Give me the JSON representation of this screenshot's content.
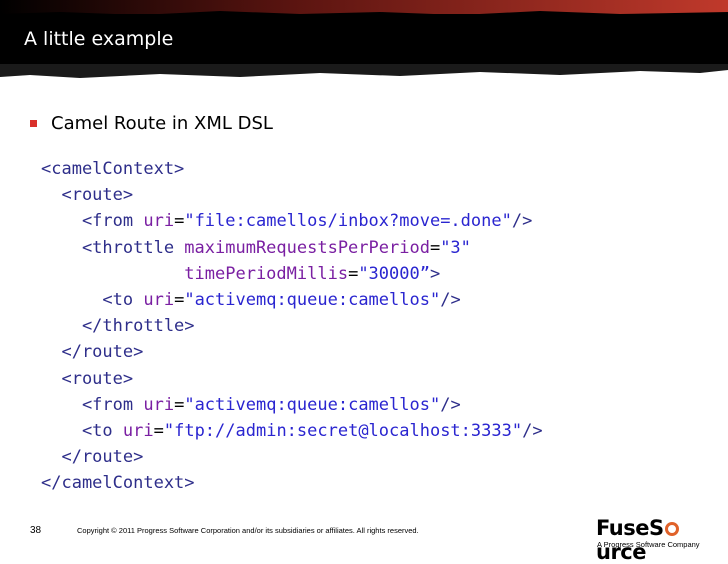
{
  "header": {
    "title": "A little example",
    "colors": {
      "background": "#000000",
      "stripe": "#c0392b"
    }
  },
  "bullet": {
    "text": "Camel Route in XML DSL",
    "marker_color": "#d9302b"
  },
  "code_lines": [
    [
      {
        "t": "<camelContext>",
        "c": "tag"
      }
    ],
    [
      {
        "t": "  <route>",
        "c": "tag"
      }
    ],
    [
      {
        "t": "    <from ",
        "c": "tag"
      },
      {
        "t": "uri",
        "c": "attr"
      },
      {
        "t": "=",
        "c": "eq"
      },
      {
        "t": "\"file:camellos/inbox?move=.done\"",
        "c": "val"
      },
      {
        "t": "/>",
        "c": "tag"
      }
    ],
    [
      {
        "t": "    <throttle ",
        "c": "tag"
      },
      {
        "t": "maximumRequestsPerPeriod",
        "c": "attr"
      },
      {
        "t": "=",
        "c": "eq"
      },
      {
        "t": "\"3\"",
        "c": "val"
      }
    ],
    [
      {
        "t": "              ",
        "c": "tag"
      },
      {
        "t": "timePeriodMillis",
        "c": "attr"
      },
      {
        "t": "=",
        "c": "eq"
      },
      {
        "t": "\"30000”",
        "c": "val"
      },
      {
        "t": ">",
        "c": "tag"
      }
    ],
    [
      {
        "t": "      <to ",
        "c": "tag"
      },
      {
        "t": "uri",
        "c": "attr"
      },
      {
        "t": "=",
        "c": "eq"
      },
      {
        "t": "\"activemq:queue:camellos\"",
        "c": "val"
      },
      {
        "t": "/>",
        "c": "tag"
      }
    ],
    [
      {
        "t": "    </throttle>",
        "c": "tag"
      }
    ],
    [
      {
        "t": "  </route>",
        "c": "tag"
      }
    ],
    [
      {
        "t": "  <route>",
        "c": "tag"
      }
    ],
    [
      {
        "t": "    <from ",
        "c": "tag"
      },
      {
        "t": "uri",
        "c": "attr"
      },
      {
        "t": "=",
        "c": "eq"
      },
      {
        "t": "\"activemq:queue:camellos\"",
        "c": "val"
      },
      {
        "t": "/>",
        "c": "tag"
      }
    ],
    [
      {
        "t": "    <to ",
        "c": "tag"
      },
      {
        "t": "uri",
        "c": "attr"
      },
      {
        "t": "=",
        "c": "eq"
      },
      {
        "t": "\"ftp://admin:secret@localhost:3333\"",
        "c": "val"
      },
      {
        "t": "/>",
        "c": "tag"
      }
    ],
    [
      {
        "t": "  </route>",
        "c": "tag"
      }
    ],
    [
      {
        "t": "</camelContext>",
        "c": "tag"
      }
    ]
  ],
  "footer": {
    "page_number": "38",
    "copyright": "Copyright © 2011 Progress Software Corporation and/or its subsidiaries or affiliates. All rights reserved.",
    "logo_part1": "FuseS",
    "logo_part2": "urce",
    "logo_ring_color": "#e0622a",
    "tagline": "A Progress Software Company"
  }
}
